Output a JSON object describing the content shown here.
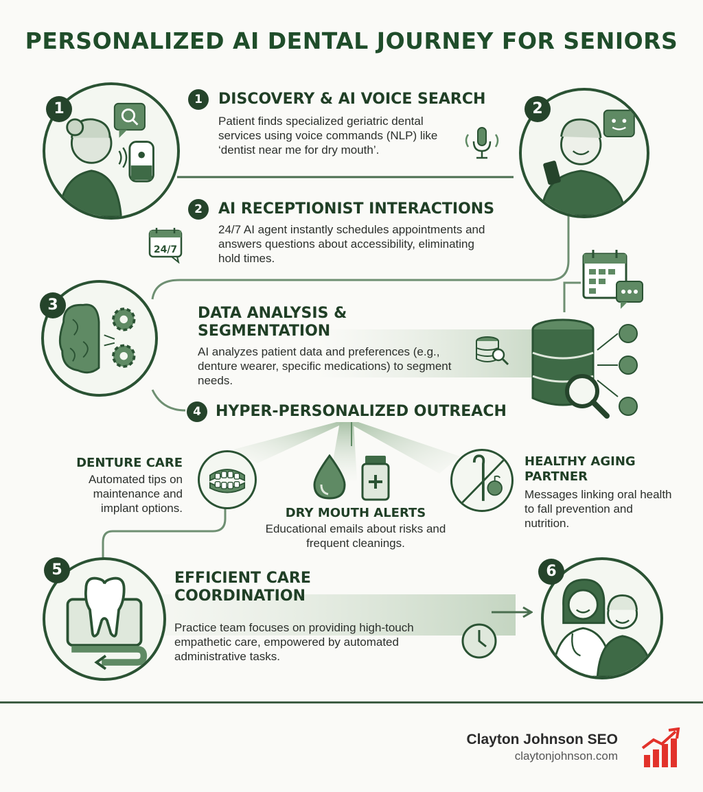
{
  "title": "PERSONALIZED AI DENTAL JOURNEY FOR SENIORS",
  "steps": [
    {
      "badge": "1",
      "heading": "DISCOVERY & AI VOICE SEARCH",
      "body": "Patient finds specialized geriatric dental services using voice commands (NLP) like ‘dentist near me for dry mouth’."
    },
    {
      "badge": "2",
      "heading": "AI RECEPTIONIST INTERACTIONS",
      "body": "24/7 AI agent instantly schedules appointments and answers questions about accessibility, eliminating hold times."
    },
    {
      "badge": "3",
      "heading": "DATA ANALYSIS & SEGMENTATION",
      "body": "AI analyzes patient data and preferences (e.g., denture wearer, specific medications) to segment needs."
    },
    {
      "badge": "4",
      "heading": "HYPER-PERSONALIZED OUTREACH",
      "body": ""
    },
    {
      "badge": "5",
      "heading": "EFFICIENT CARE COORDINATION",
      "body": "Practice team focuses on providing high-touch empathetic care, empowered by automated administrative tasks."
    },
    {
      "badge": "6",
      "heading": "",
      "body": ""
    }
  ],
  "outreach": [
    {
      "heading": "DENTURE CARE",
      "body": "Automated tips on maintenance and implant options."
    },
    {
      "heading": "DRY MOUTH ALERTS",
      "body": "Educational emails about risks and frequent cleanings."
    },
    {
      "heading": "HEALTHY AGING PARTNER",
      "body": "Messages linking oral health to fall prevention and nutrition."
    }
  ],
  "calendar_label": "24/7",
  "brand": {
    "name": "Clayton Johnson SEO",
    "url": "claytonjohnson.com"
  },
  "colors": {
    "primary": "#25442b",
    "accent": "#5f8a64",
    "light": "#dfe8dc",
    "brand_red": "#e2322b"
  }
}
